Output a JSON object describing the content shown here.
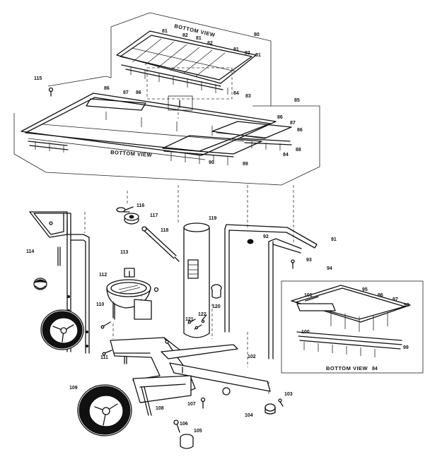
{
  "captions": {
    "bottom_view_1": "BOTTOM VIEW",
    "bottom_view_2": "BOTTOM VIEW",
    "bottom_view_3": "BOTTOM VIEW"
  },
  "labels": {
    "p80": "80",
    "p81a": "81",
    "p82a": "82",
    "p81b": "81",
    "p82b": "82",
    "p81c": "81",
    "p82c": "82",
    "p81d": "81",
    "p84a": "84",
    "p83": "83",
    "p115": "115",
    "p86a": "86",
    "p87a": "87",
    "p86b": "86",
    "p85": "85",
    "p86c": "86",
    "p87b": "87",
    "p86d": "86",
    "p84b": "84",
    "p88": "88",
    "p89": "89",
    "p90": "90",
    "p116": "116",
    "p117": "117",
    "p118": "118",
    "p119": "119",
    "p92": "92",
    "p91": "91",
    "p93": "93",
    "p114": "114",
    "p113": "113",
    "p112": "112",
    "p110": "110",
    "p94": "94",
    "p95": "95",
    "p96": "96",
    "p97": "97",
    "p98": "98",
    "p101": "101",
    "p100": "100",
    "p99": "99",
    "p84c": "84",
    "p120": "120",
    "p122": "122",
    "p121": "121",
    "p102": "102",
    "p111": "111",
    "p109": "109",
    "p108": "108",
    "p107": "107",
    "p103": "103",
    "p104": "104",
    "p106": "106",
    "p105": "105"
  }
}
